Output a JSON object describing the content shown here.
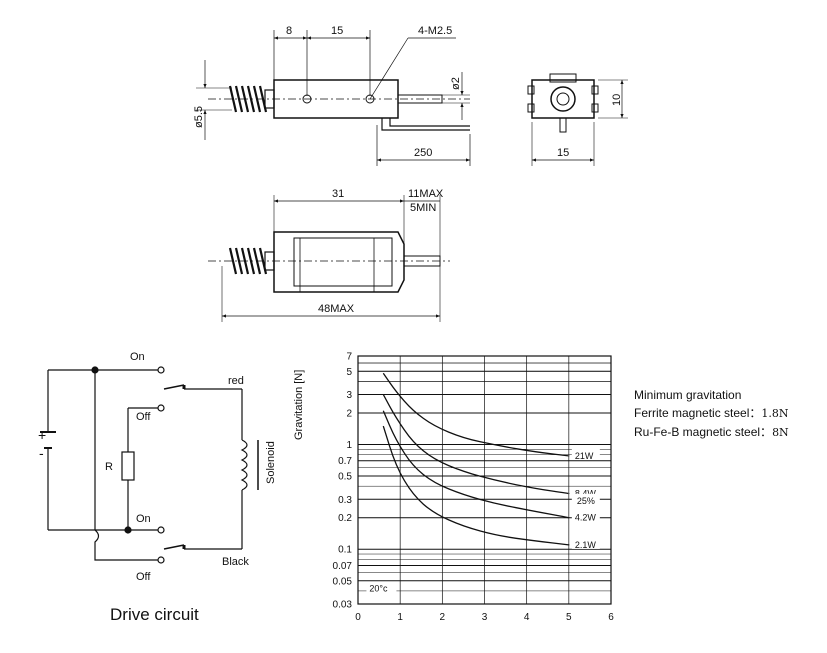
{
  "top_view": {
    "dims": {
      "d8": "8",
      "d15": "15",
      "hole": "4-M2.5",
      "phi2": "ø2",
      "phi55": "ø5.5",
      "d250": "250"
    }
  },
  "end_view": {
    "dims": {
      "d10": "10",
      "d15": "15"
    }
  },
  "side_view": {
    "dims": {
      "d31": "31",
      "d11max": "11MAX",
      "d5min": "5MIN",
      "d48max": "48MAX"
    }
  },
  "circuit": {
    "title": "Drive circuit",
    "labels": {
      "on_top": "On",
      "off_top": "Off",
      "red": "red",
      "r": "R",
      "solenoid": "Solenoid",
      "on_bottom": "On",
      "off_bottom": "Off",
      "black": "Black",
      "plus": "+",
      "minus": "-"
    }
  },
  "notes": {
    "title": "Minimum gravitation",
    "ferrite_label": "Ferrite magnetic steel：",
    "ferrite_value": "1.8N",
    "rufeb_label": "Ru-Fe-B magnetic steel：",
    "rufeb_value": "8N"
  },
  "chart_data": {
    "type": "line",
    "ylabel": "Gravitation [N]",
    "xlabel": "",
    "annotation": "20°c",
    "y_scale": "log",
    "ylim": [
      0.03,
      7
    ],
    "xlim": [
      0,
      6
    ],
    "x_ticks": [
      0,
      1,
      2,
      3,
      4,
      5,
      6
    ],
    "y_ticks": [
      0.03,
      0.05,
      0.07,
      0.1,
      0.2,
      0.3,
      0.5,
      0.7,
      1,
      2,
      3,
      5,
      7
    ],
    "y_tick_labels": [
      "0.03",
      "0.05",
      "0.07",
      "0.1",
      "0.2",
      "0.3",
      "0.5",
      "0.7",
      "1",
      "2",
      "3",
      "5",
      "7"
    ],
    "grid": true,
    "series": [
      {
        "name": "21W",
        "x": [
          0.6,
          0.9,
          1.3,
          1.8,
          2.5,
          3.3,
          4.2,
          5.0
        ],
        "y": [
          4.8,
          3.2,
          2.1,
          1.5,
          1.15,
          0.98,
          0.85,
          0.78
        ]
      },
      {
        "name": "8.4W",
        "x": [
          0.6,
          0.9,
          1.3,
          1.8,
          2.5,
          3.3,
          4.2,
          5.0
        ],
        "y": [
          3.0,
          1.8,
          1.05,
          0.72,
          0.55,
          0.45,
          0.38,
          0.34
        ]
      },
      {
        "name": "4.2W",
        "x": [
          0.6,
          0.9,
          1.3,
          1.8,
          2.5,
          3.3,
          4.2,
          5.0
        ],
        "y": [
          2.1,
          1.1,
          0.62,
          0.43,
          0.33,
          0.27,
          0.23,
          0.2
        ]
      },
      {
        "name": "2.1W",
        "x": [
          0.6,
          0.9,
          1.3,
          1.8,
          2.5,
          3.3,
          4.2,
          5.0
        ],
        "y": [
          1.5,
          0.62,
          0.33,
          0.22,
          0.165,
          0.135,
          0.12,
          0.11
        ]
      }
    ],
    "extra_labels": [
      "25%"
    ]
  }
}
